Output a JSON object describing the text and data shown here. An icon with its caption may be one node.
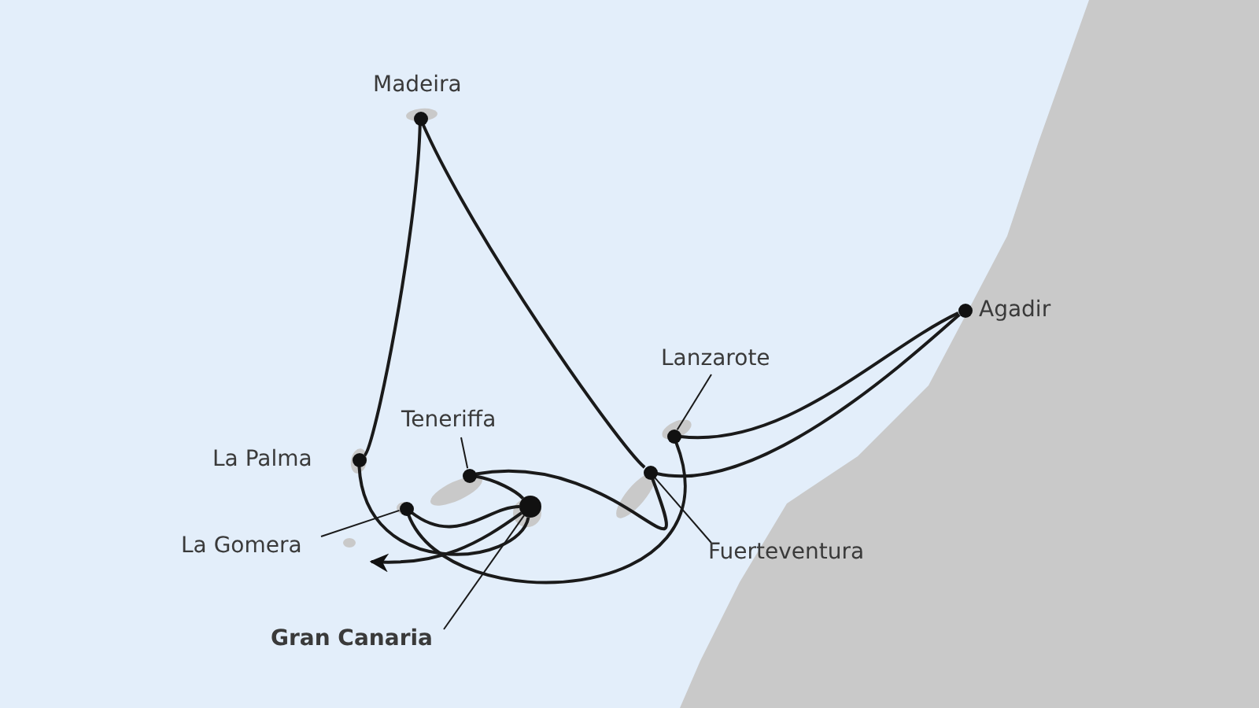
{
  "diagram": {
    "nodes": [
      {
        "text": [],
        "shape": "circle",
        "beside": [
          "Madeira"
        ]
      },
      {
        "text": [],
        "shape": "circle",
        "beside": [
          "Agadir"
        ]
      },
      {
        "text": [
          "Lanzarote"
        ]
      },
      {
        "text": [
          "Teneriffa"
        ]
      },
      {
        "text": [],
        "shape": "circle",
        "beside": [
          "La Palma"
        ]
      },
      {
        "text": [],
        "shape": "circle"
      },
      {
        "text": [],
        "shape": "circle"
      },
      {
        "text": [],
        "shape": "circle"
      },
      {
        "text": [],
        "shape": "circle"
      },
      {
        "text": [],
        "shape": "circle"
      },
      {
        "text": [
          "La Gomera"
        ]
      },
      {
        "text": [
          "Fuerteventura"
        ]
      },
      {
        "text": [
          "Gran Canaria"
        ]
      }
    ],
    "edges": [
      {
        "from": 2,
        "to": 5,
        "arrow": "none"
      },
      {
        "from": 3,
        "to": 6,
        "arrow": "none"
      },
      {
        "from": 10,
        "to": 8,
        "arrow": "none"
      },
      {
        "from": 11,
        "to": 7,
        "arrow": "none"
      },
      {
        "from": 12,
        "to": 9,
        "arrow": "none"
      },
      {
        "from": 0,
        "to": 4,
        "arrow": "none"
      },
      {
        "from": 0,
        "to": 7,
        "arrow": "none"
      },
      {
        "from": 7,
        "to": 1,
        "arrow": "none"
      },
      {
        "from": 5,
        "to": 1,
        "arrow": "none"
      },
      {
        "from": 6,
        "to": 9,
        "arrow": "none"
      },
      {
        "from": 6,
        "to": 7,
        "arrow": "none"
      },
      {
        "from": 8,
        "to": 9,
        "arrow": "none"
      },
      {
        "from": 8,
        "to": 5,
        "arrow": "none"
      },
      {
        "from": 4,
        "to": 9,
        "arrow": "none"
      },
      {
        "from": 9,
        "to": null,
        "arrow": "to"
      }
    ]
  }
}
